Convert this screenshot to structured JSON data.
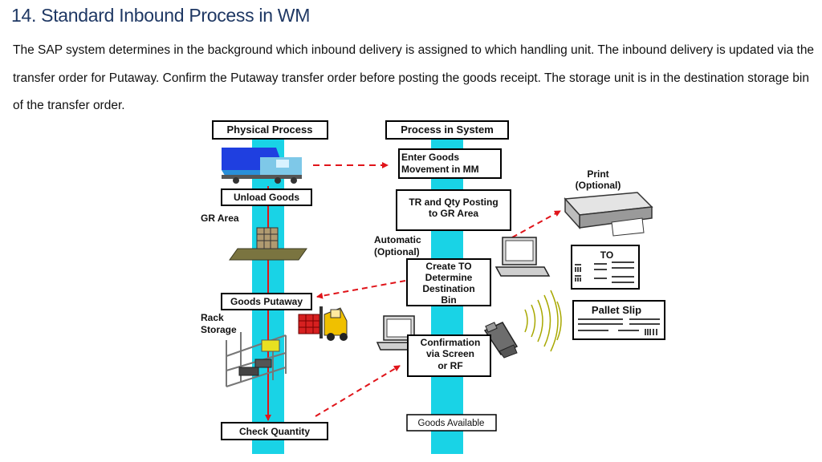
{
  "slide": {
    "title": "14. Standard Inbound Process in WM",
    "paragraph": "The SAP system determines in the background which inbound delivery is assigned to which handling unit. The inbound delivery is updated via the transfer order for Putaway. Confirm the Putaway transfer order before posting the goods receipt. The storage unit is in the destination storage bin of the transfer order."
  },
  "diagram": {
    "physical_header": "Physical Process",
    "system_header": "Process in System",
    "unload_goods": "Unload Goods",
    "gr_area": "GR Area",
    "goods_putaway": "Goods Putaway",
    "rack_storage": [
      "Rack",
      "Storage"
    ],
    "check_quantity": "Check Quantity",
    "enter_goods": [
      "Enter Goods",
      "Movement in MM"
    ],
    "tr_posting": [
      "TR and Qty Posting",
      "to GR Area"
    ],
    "automatic": [
      "Automatic",
      "(Optional)"
    ],
    "create_to": [
      "Create TO",
      "Determine",
      "Destination",
      "Bin"
    ],
    "confirmation": [
      "Confirmation",
      "via Screen",
      "or RF"
    ],
    "goods_available": "Goods Available",
    "print": [
      "Print",
      "(Optional)"
    ],
    "to_doc": "TO",
    "pallet_slip": "Pallet Slip",
    "colors": {
      "band": "#19d3e6",
      "arrow": "#e0141a",
      "title": "#1f3864"
    }
  }
}
